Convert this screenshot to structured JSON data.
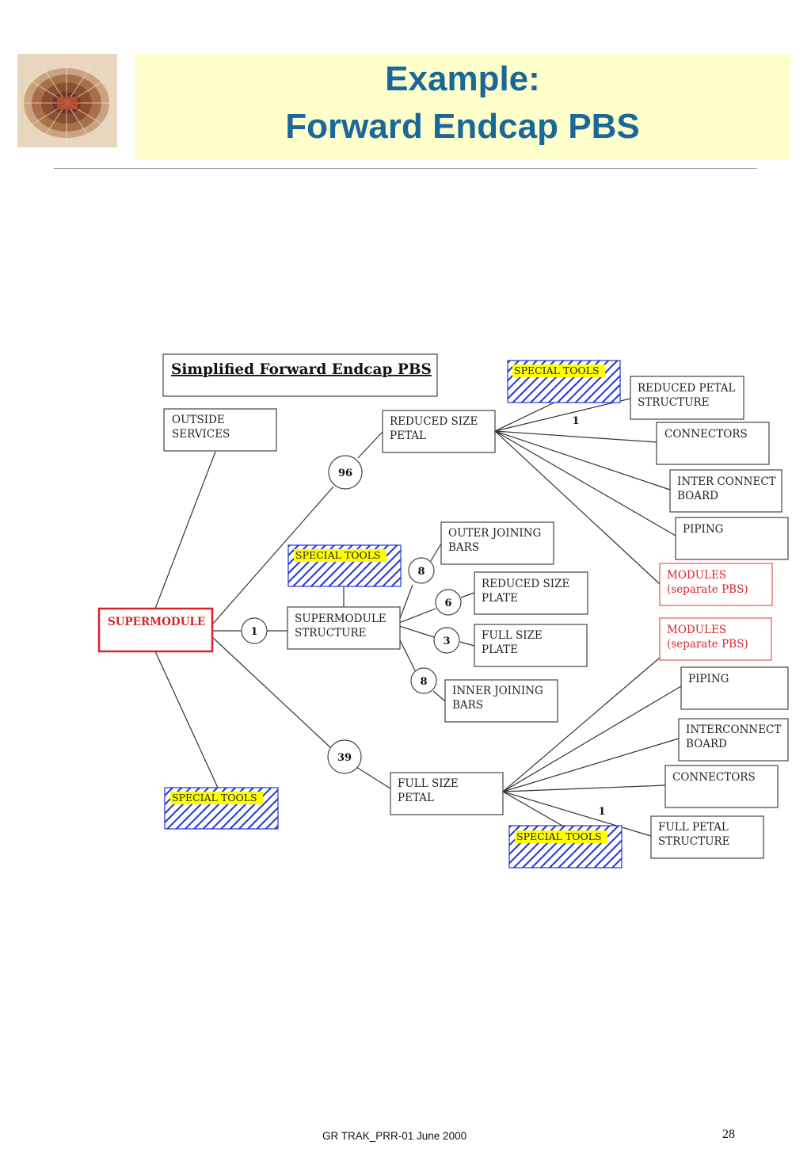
{
  "slide": {
    "title_line1": "Example:",
    "title_line2": "Forward Endcap PBS",
    "title_color": "#1a6899",
    "band_color": "#ffffcc"
  },
  "diagram": {
    "heading": "Simplified Forward Endcap PBS",
    "outside_services": [
      "OUTSIDE",
      "SERVICES"
    ],
    "supermodule": "SUPERMODULE",
    "supermodule_structure": [
      "SUPERMODULE",
      "STRUCTURE"
    ],
    "reduced_size_petal": [
      "REDUCED SIZE",
      "PETAL"
    ],
    "full_size_petal": [
      "FULL SIZE",
      "PETAL"
    ],
    "outer_joining_bars": [
      "OUTER JOINING",
      "BARS"
    ],
    "reduced_size_plate": [
      "REDUCED SIZE",
      "PLATE"
    ],
    "full_size_plate": [
      "FULL SIZE",
      "PLATE"
    ],
    "inner_joining_bars": [
      "INNER JOINING",
      "BARS"
    ],
    "reduced_petal_structure": [
      "REDUCED PETAL",
      "STRUCTURE"
    ],
    "full_petal_structure": [
      "FULL PETAL",
      "STRUCTURE"
    ],
    "connectors_top": "CONNECTORS",
    "connectors_bottom": "CONNECTORS",
    "interconnect_top": [
      "INTER CONNECT",
      "BOARD"
    ],
    "interconnect_bottom": [
      "INTERCONNECT",
      "BOARD"
    ],
    "piping_top": "PIPING",
    "piping_bottom": "PIPING",
    "modules_top": [
      "MODULES",
      "(separate PBS)"
    ],
    "modules_bottom": [
      "MODULES",
      "(separate PBS)"
    ],
    "special_tools": "SPECIAL TOOLS",
    "quantities": {
      "reduced_petal": "96",
      "structure": "1",
      "full_petal": "39",
      "outer_bars": "8",
      "reduced_plate": "6",
      "full_plate": "3",
      "inner_bars": "8",
      "reduced_petal_structure": "1",
      "full_petal_structure": "1"
    },
    "colors": {
      "highlight_red": "#d8232a",
      "tools_hatch": "#1f35d6",
      "tools_label_bg": "#ffff00"
    }
  },
  "footer": {
    "text": "GR TRAK_PRR-01  June 2000",
    "page_number": "28"
  }
}
